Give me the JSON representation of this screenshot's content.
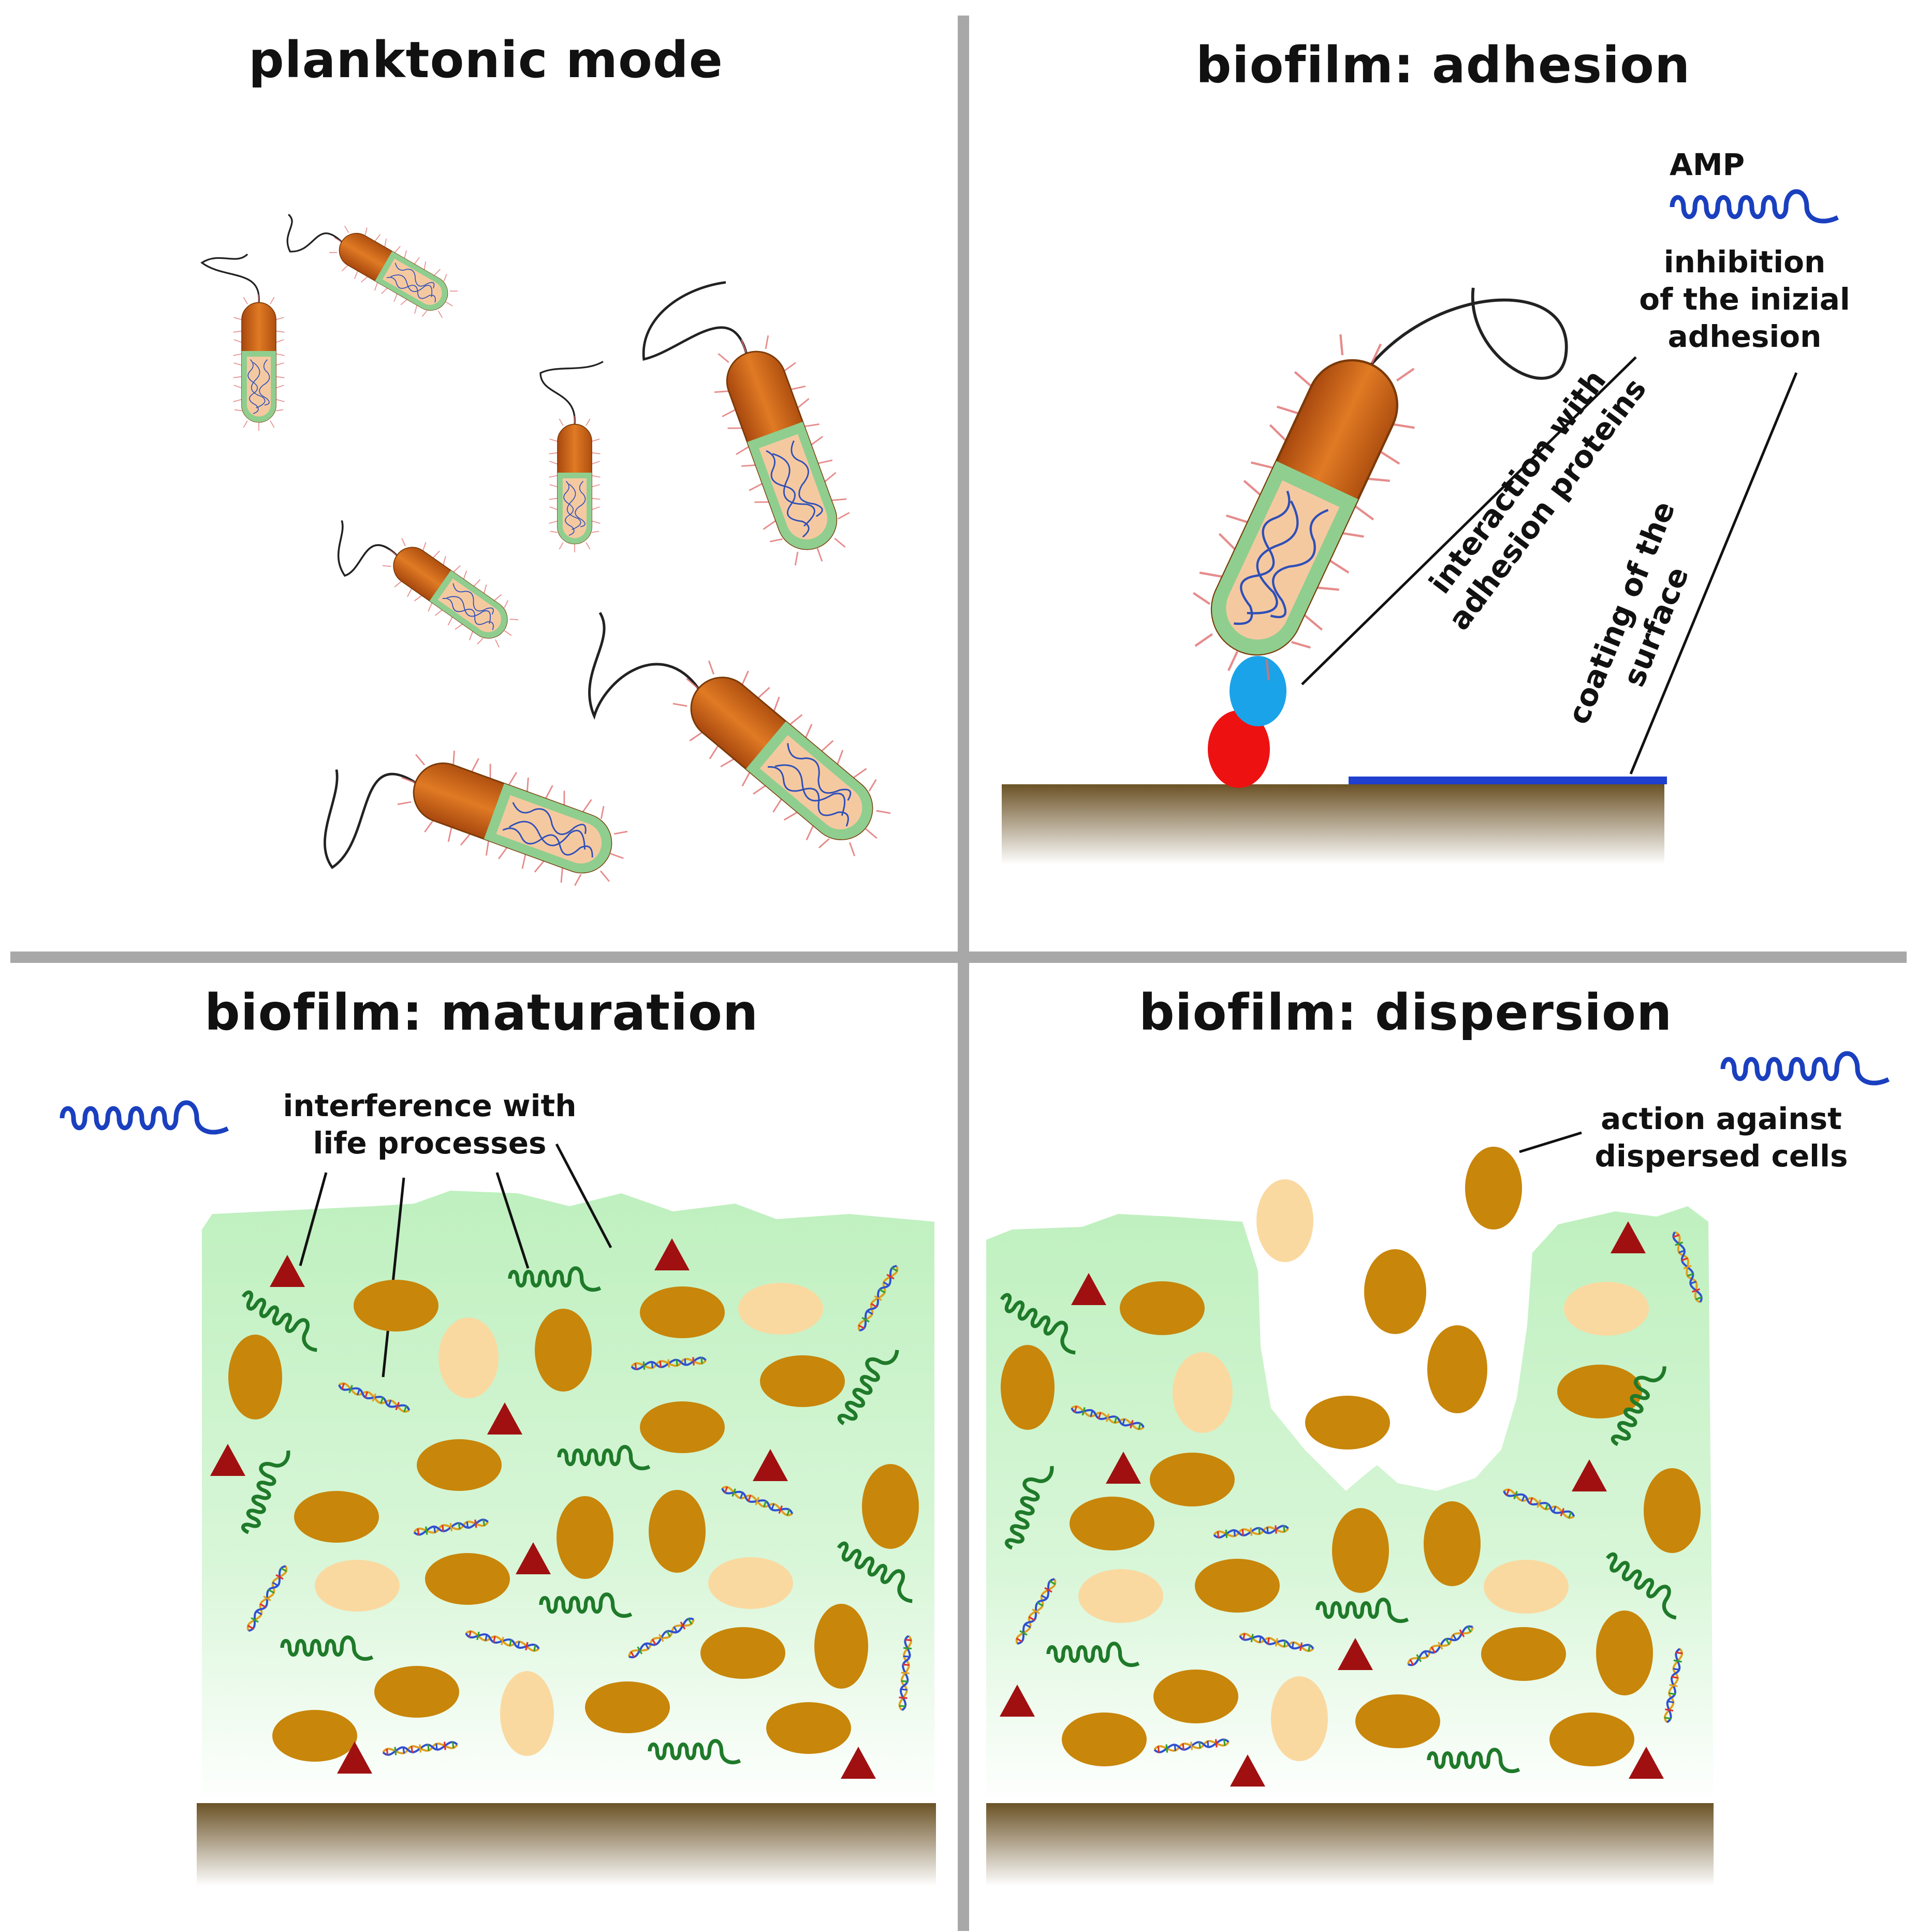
{
  "panels": {
    "planktonic": {
      "title": "planktonic mode"
    },
    "adhesion": {
      "title": "biofilm: adhesion",
      "amp_label": "AMP",
      "inhibition_line1": "inhibition",
      "inhibition_line2": "of the inizial",
      "inhibition_line3": "adhesion",
      "interaction_line1": "interaction with",
      "interaction_line2": "adhesion proteins",
      "coating_line1": "coating of the",
      "coating_line2": "surface"
    },
    "maturation": {
      "title": "biofilm: maturation",
      "interference_line1": "interference with",
      "interference_line2": "life processes"
    },
    "dispersion": {
      "title": "biofilm: dispersion",
      "action_line1": "action against",
      "action_line2": "dispersed cells"
    }
  },
  "colors": {
    "divider": "#a8a8a8",
    "cell_dark": "#c8860a",
    "cell_light": "#fad9a0",
    "biofilm_matrix": "#c4f0c4",
    "surface": "#7a6030",
    "amp_helix": "#1a3fbf",
    "green_helix": "#1f7a2a",
    "triangle": "#a01010",
    "adhesin_red": "#ee1111",
    "adhesin_blue": "#1aa3e8",
    "coating": "#1f3fcf",
    "bacterium_body": "#d2691e",
    "bacterium_wall": "#8fce8f"
  },
  "icons": [
    "bacterium-icon",
    "flagellum-icon",
    "amp-helix-icon",
    "dna-helix-icon",
    "triangle-molecule-icon",
    "cell-icon"
  ]
}
